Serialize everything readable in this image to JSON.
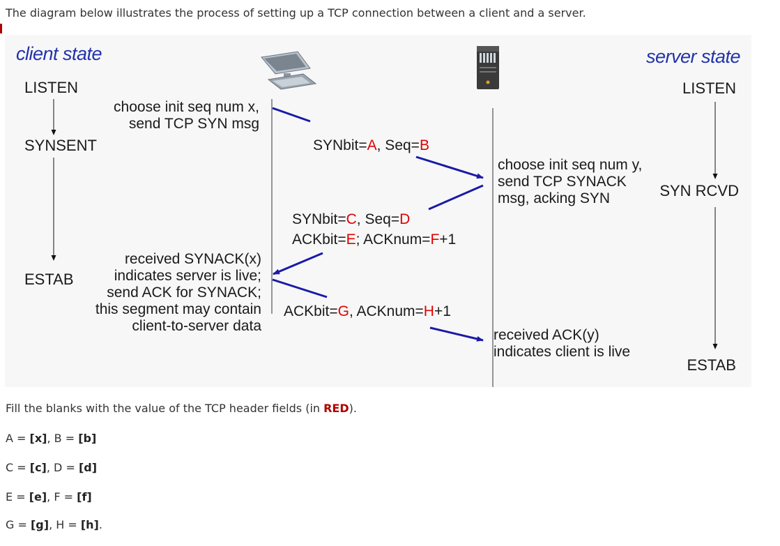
{
  "intro": "The diagram below illustrates the process of setting up a TCP connection between a client and a server.",
  "diagram": {
    "client_title": "client state",
    "server_title": "server state",
    "client_states": [
      "LISTEN",
      "SYNSENT",
      "ESTAB"
    ],
    "server_states": [
      "LISTEN",
      "SYN RCVD",
      "ESTAB"
    ],
    "client_note1": [
      "choose init seq num x,",
      "send TCP SYN msg"
    ],
    "server_note1": [
      "choose init seq num y,",
      "send TCP SYNACK",
      "msg, acking SYN"
    ],
    "client_note2": [
      "received SYNACK(x)",
      "indicates server is live;",
      "send ACK for SYNACK;",
      "this segment may contain",
      "client-to-server data"
    ],
    "server_note2": [
      "received ACK(y)",
      "indicates client is live"
    ],
    "msg1": {
      "prefix": "SYNbit=",
      "a": "A",
      "mid": ", Seq=",
      "b": "B"
    },
    "msg2_line1": {
      "prefix": "SYNbit=",
      "c": "C",
      "mid": ", Seq=",
      "d": "D"
    },
    "msg2_line2": {
      "prefix": "ACKbit=",
      "e": "E",
      "mid": "; ACKnum=",
      "f": "F",
      "suffix": "+1"
    },
    "msg3": {
      "prefix": "ACKbit=",
      "g": "G",
      "mid": ", ACKnum=",
      "h": "H",
      "suffix": "+1"
    },
    "colors": {
      "arrow": "#1a1aa8",
      "title": "#2233aa",
      "variable": "#e00000"
    },
    "icons": [
      "computer-icon",
      "server-icon"
    ]
  },
  "instructions": {
    "prefix": "Fill the blanks with the value of the TCP header fields (in ",
    "highlight": "RED",
    "suffix": ")."
  },
  "blanks": [
    {
      "l1": "A = ",
      "b1": "[x]",
      "sep": ", ",
      "l2": "B = ",
      "b2": "[b]",
      "end": ""
    },
    {
      "l1": "C = ",
      "b1": "[c]",
      "sep": ", ",
      "l2": "D = ",
      "b2": "[d]",
      "end": ""
    },
    {
      "l1": "E = ",
      "b1": "[e]",
      "sep": ", ",
      "l2": "F = ",
      "b2": "[f]",
      "end": ""
    },
    {
      "l1": "G = ",
      "b1": "[g]",
      "sep": ", ",
      "l2": "H = ",
      "b2": "[h]",
      "end": "."
    }
  ]
}
